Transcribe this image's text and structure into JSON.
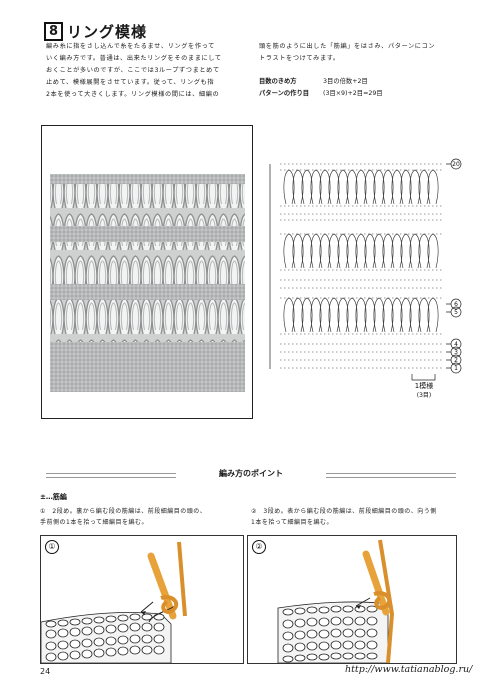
{
  "title": {
    "number": "8",
    "text": "リング模様"
  },
  "intro_left": [
    "編み糸に指をさし込んで糸をたるませ、リングを作って",
    "いく編み方です。普通は、出来たリングをそのままにして",
    "おくことが多いのですが、ここでは3ループずつまとめて",
    "止めて、模様展開をさせています。従って、リングも指",
    "2本を使って大きくします。リング模様の間には、細編の"
  ],
  "intro_right": [
    "頭を筋のように出した「筋編」をはさみ、パターンにコン",
    "トラストをつけてみます。"
  ],
  "specs": [
    {
      "label": "目数のきめ方",
      "value": "3目の倍数+2目"
    },
    {
      "label": "パターンの作り目",
      "value": "(3目×9)+2目=29目"
    }
  ],
  "diagram": {
    "row_labels": [
      "20",
      "6",
      "5",
      "4",
      "3",
      "2",
      "1"
    ],
    "repeat_label": [
      "1模様",
      "(3目)"
    ]
  },
  "section_title": "編み方のポイント",
  "technique_label": "±…筋編",
  "steps": [
    [
      "①　2段め。裏から編む段の筋編は、前段細編目の頭の、",
      "手前側の1本を拾って細編目を編む。"
    ],
    [
      "②　3段め。表から編む段の筋編は、前段細編目の頭の、向う側",
      "1本を拾って細編目を編む。"
    ]
  ],
  "illustrations": [
    {
      "number": "①",
      "icon": "hook-illustration"
    },
    {
      "number": "②",
      "icon": "hook-illustration"
    }
  ],
  "colors": {
    "hook": "#e8a23a",
    "yarn": "#d98f2b",
    "photo_bg": "#b9bcbd"
  },
  "page_number": "24",
  "website": "http://www.tatianablog.ru/"
}
